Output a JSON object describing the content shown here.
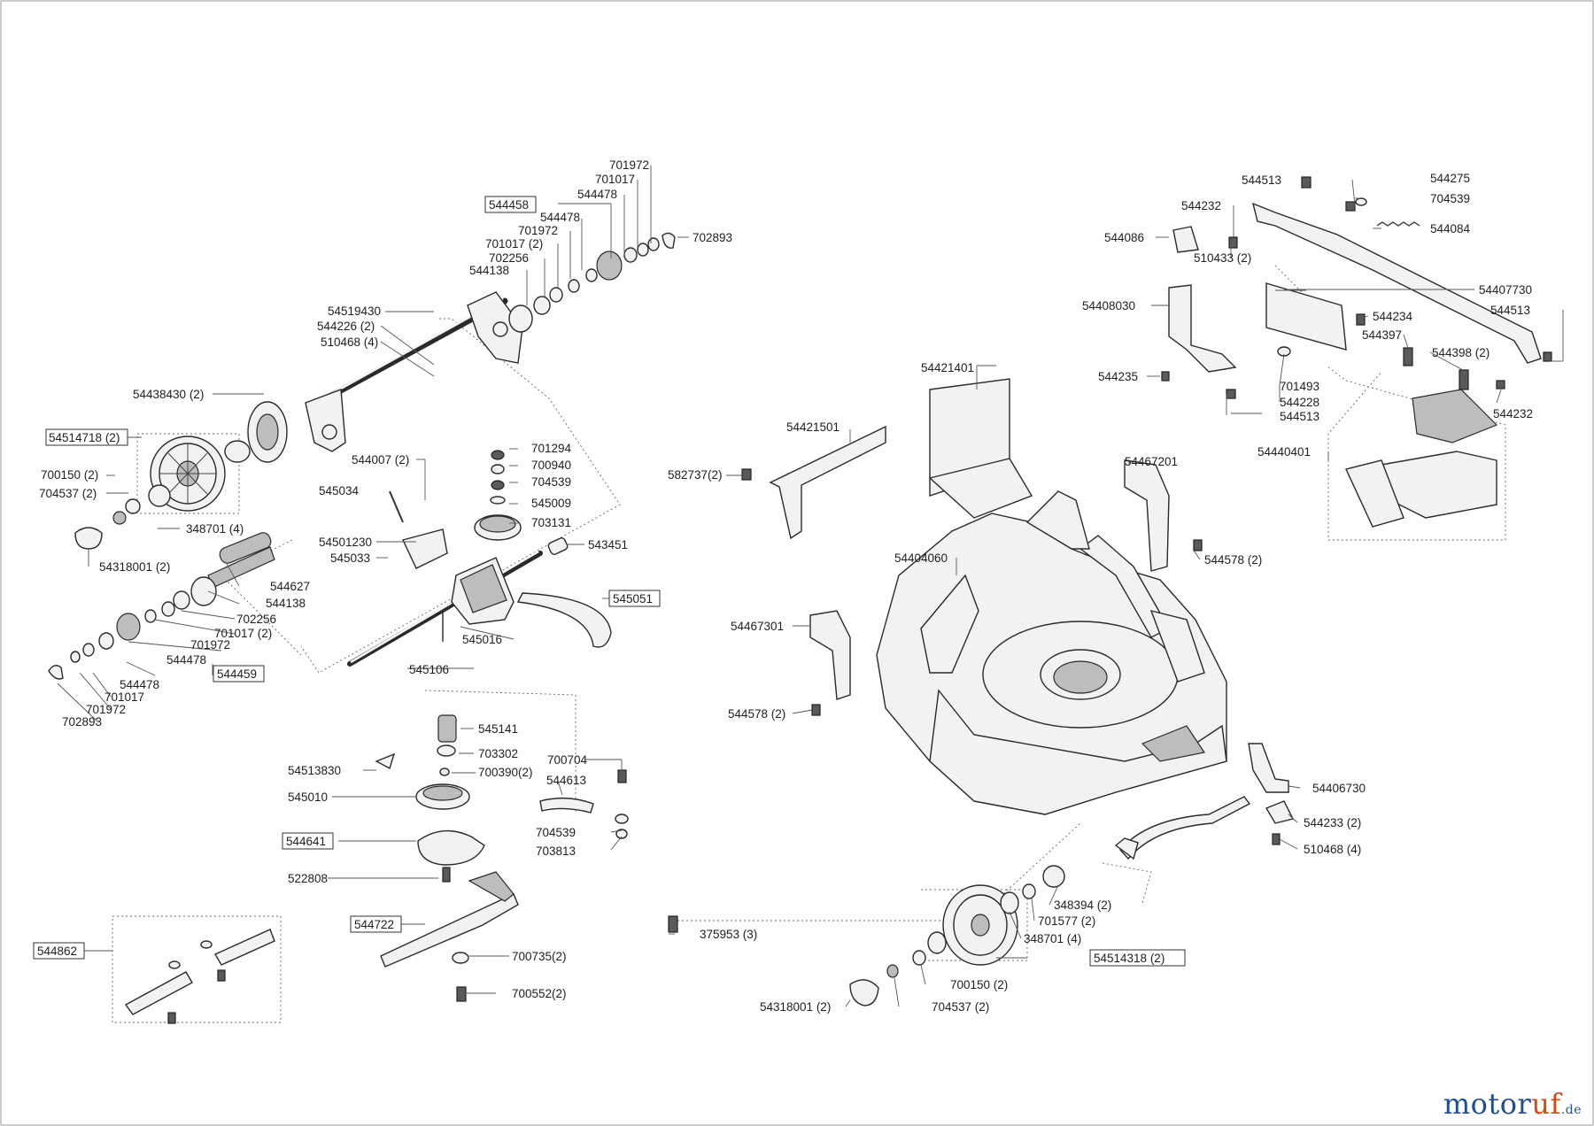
{
  "colors": {
    "ink": "#1e1e1e",
    "logo_blue": "#1f4f91",
    "logo_orange": "#d64a12"
  },
  "logo": {
    "part1": "motor",
    "part2": "uf",
    "suffix": ".de"
  },
  "labels": {
    "l701972a": "701972",
    "l701017a": "701017",
    "l544478a": "544478",
    "l544458": "544458",
    "l544478b": "544478",
    "l701972b": "701972",
    "l701017_2a": "701017 (2)",
    "l702256a": "702256",
    "l544138a": "544138",
    "l702893a": "702893",
    "l54519430": "54519430",
    "l544226": "544226 (2)",
    "l510468a": "510468 (4)",
    "l54438430": "54438430 (2)",
    "l54514718": "54514718 (2)",
    "l700150a": "700150 (2)",
    "l704537a": "704537 (2)",
    "l348701a": "348701 (4)",
    "l54318001a": "54318001 (2)",
    "l544007": "544007 (2)",
    "l545034": "545034",
    "l701294": "701294",
    "l700940": "700940",
    "l704539a": "704539",
    "l545009": "545009",
    "l703131": "703131",
    "l54501230": "54501230",
    "l545033": "545033",
    "l543451": "543451",
    "l544627": "544627",
    "l544138b": "544138",
    "l702256b": "702256",
    "l701017_2b": "701017 (2)",
    "l701972c": "701972",
    "l544478c": "544478",
    "l544459": "544459",
    "l544478d": "544478",
    "l701017c": "701017",
    "l701972d": "701972",
    "l702893b": "702893",
    "l545051": "545051",
    "l545016": "545016",
    "l545106": "545106",
    "l545141": "545141",
    "l703302": "703302",
    "l700704": "700704",
    "l54513830": "54513830",
    "l700390": "700390(2)",
    "l544613": "544613",
    "l545010": "545010",
    "l544641": "544641",
    "l704539b": "704539",
    "l703813": "703813",
    "l522808": "522808",
    "l544722": "544722",
    "l375953": "375953 (3)",
    "l544862": "544862",
    "l700735": "700735(2)",
    "l700552": "700552(2)",
    "l544513a": "544513",
    "l544275": "544275",
    "l704539c": "704539",
    "l544232a": "544232",
    "l544084": "544084",
    "l544086": "544086",
    "l510433": "510433 (2)",
    "l54407730": "54407730",
    "l54408030": "54408030",
    "l544513b": "544513",
    "l544234": "544234",
    "l544397": "544397",
    "l544398": "544398 (2)",
    "l54421401": "54421401",
    "l544235": "544235",
    "l701493": "701493",
    "l544228": "544228",
    "l544513c": "544513",
    "l544232b": "544232",
    "l54421501": "54421501",
    "l54440401": "54440401",
    "l582737": "582737(2)",
    "l54467201": "54467201",
    "l544578a": "544578 (2)",
    "l54404060": "54404060",
    "l54467301": "54467301",
    "l544578b": "544578 (2)",
    "l54406730": "54406730",
    "l544233": "544233 (2)",
    "l510468b": "510468 (4)",
    "l348394": "348394 (2)",
    "l701577": "701577 (2)",
    "l348701b": "348701 (4)",
    "l54514318": "54514318 (2)",
    "l700150b": "700150 (2)",
    "l704537b": "704537 (2)",
    "l54318001b": "54318001 (2)"
  }
}
